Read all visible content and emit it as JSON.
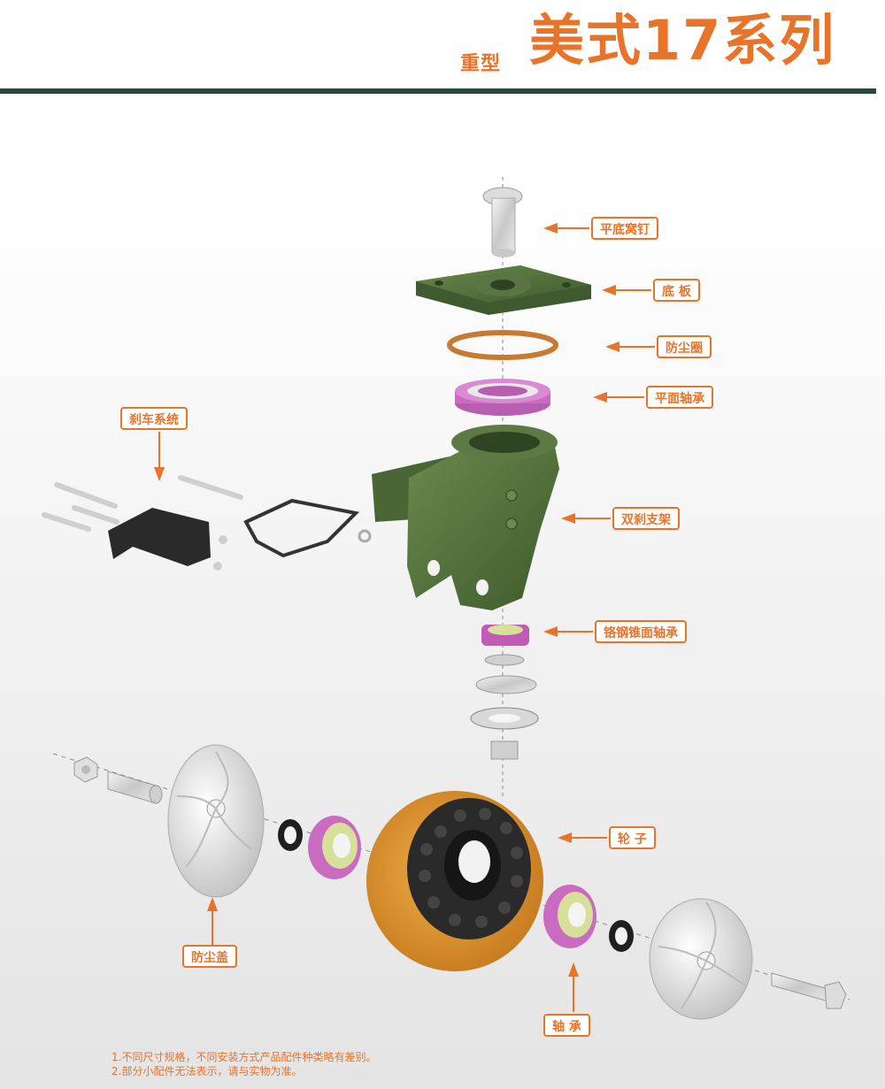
{
  "header": {
    "subtitle": "重型",
    "title": "美式17系列"
  },
  "labels": {
    "pin": "平底窝钉",
    "base_plate": "底 板",
    "dust_ring": "防尘圈",
    "flat_bearing": "平面轴承",
    "brake_system": "刹车系统",
    "bracket": "双刹支架",
    "taper_bearing": "铬钢锥面轴承",
    "wheel": "轮 子",
    "dust_cover": "防尘盖",
    "bearing": "轴 承"
  },
  "notes": [
    "1.不同尺寸规格，不同安装方式产品配件种类略有差别。",
    "2.部分小配件无法表示，请与实物为准。"
  ],
  "colors": {
    "accent": "#e8742a",
    "header_rule": "#27493a",
    "bracket_green": "#4f6b3a",
    "wheel_tread": "#e0962e",
    "bearing_pink": "#c96bc1",
    "bearing_core": "#d7e09a"
  }
}
